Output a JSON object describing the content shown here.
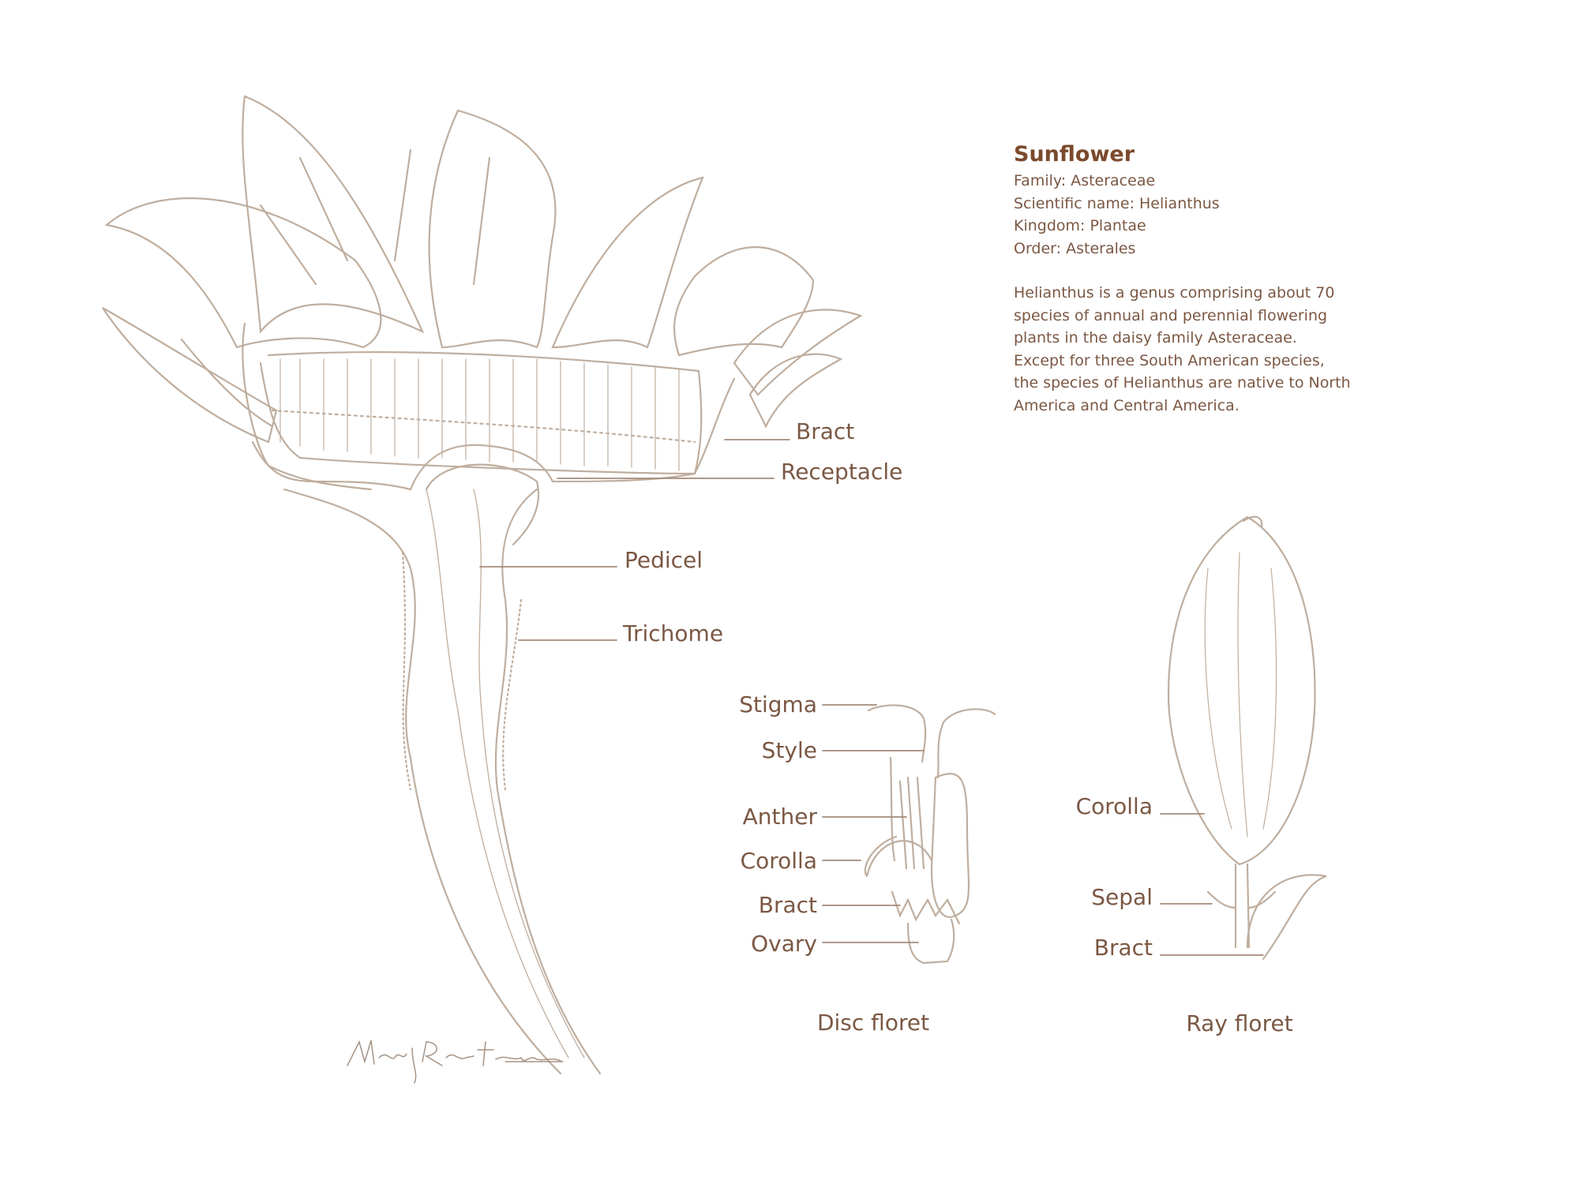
{
  "info": {
    "title": "Sunflower",
    "facts": [
      "Family: Asteraceae",
      "Scientific name: Helianthus",
      "Kingdom: Plantae",
      "Order: Asterales"
    ],
    "description": [
      "Helianthus is a genus comprising about 70",
      "species of annual and perennial flowering",
      "plants in the daisy family Asteraceae.",
      "Except for three South American species,",
      "the species of Helianthus are native to North",
      "America and Central America."
    ]
  },
  "main_labels": {
    "bract": "Bract",
    "receptacle": "Receptacle",
    "pedicel": "Pedicel",
    "trichome": "Trichome"
  },
  "disc_floret": {
    "caption": "Disc floret",
    "labels": [
      "Stigma",
      "Style",
      "Anther",
      "Corolla",
      "Bract",
      "Ovary"
    ]
  },
  "ray_floret": {
    "caption": "Ray floret",
    "labels": [
      "Corolla",
      "Sepal",
      "Bract"
    ]
  },
  "signature": "Mandy Root-Thompson",
  "colors": {
    "text": "#7b5844",
    "title": "#7b4a2c",
    "line": "#bfae9f"
  }
}
